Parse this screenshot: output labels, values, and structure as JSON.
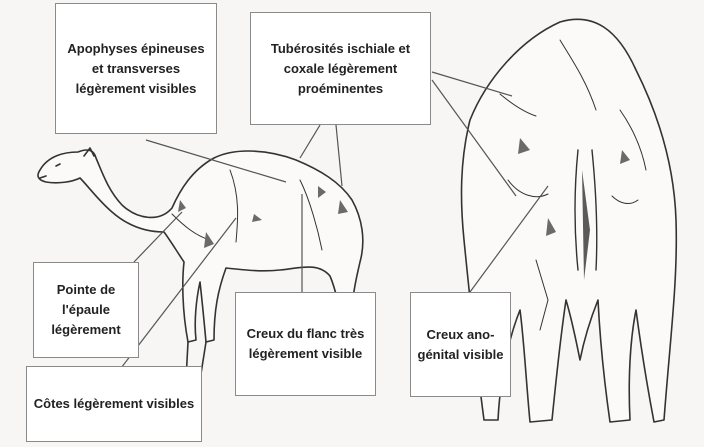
{
  "labels": {
    "apophyses": "Apophyses épineuses et transverses légèrement visibles",
    "tuberosites": "Tubérosités ischiale et coxale légèrement proéminentes",
    "pointe_epaule": "Pointe de l'épaule légèrement",
    "creux_flanc": "Creux du flanc très légèrement visible",
    "creux_ano": "Creux ano-génital visible",
    "cotes": "Côtes légèrement visibles"
  },
  "colors": {
    "background": "#f7f6f4",
    "box_border": "#8a8a8a",
    "line": "#555555",
    "sketch": "#333333"
  }
}
